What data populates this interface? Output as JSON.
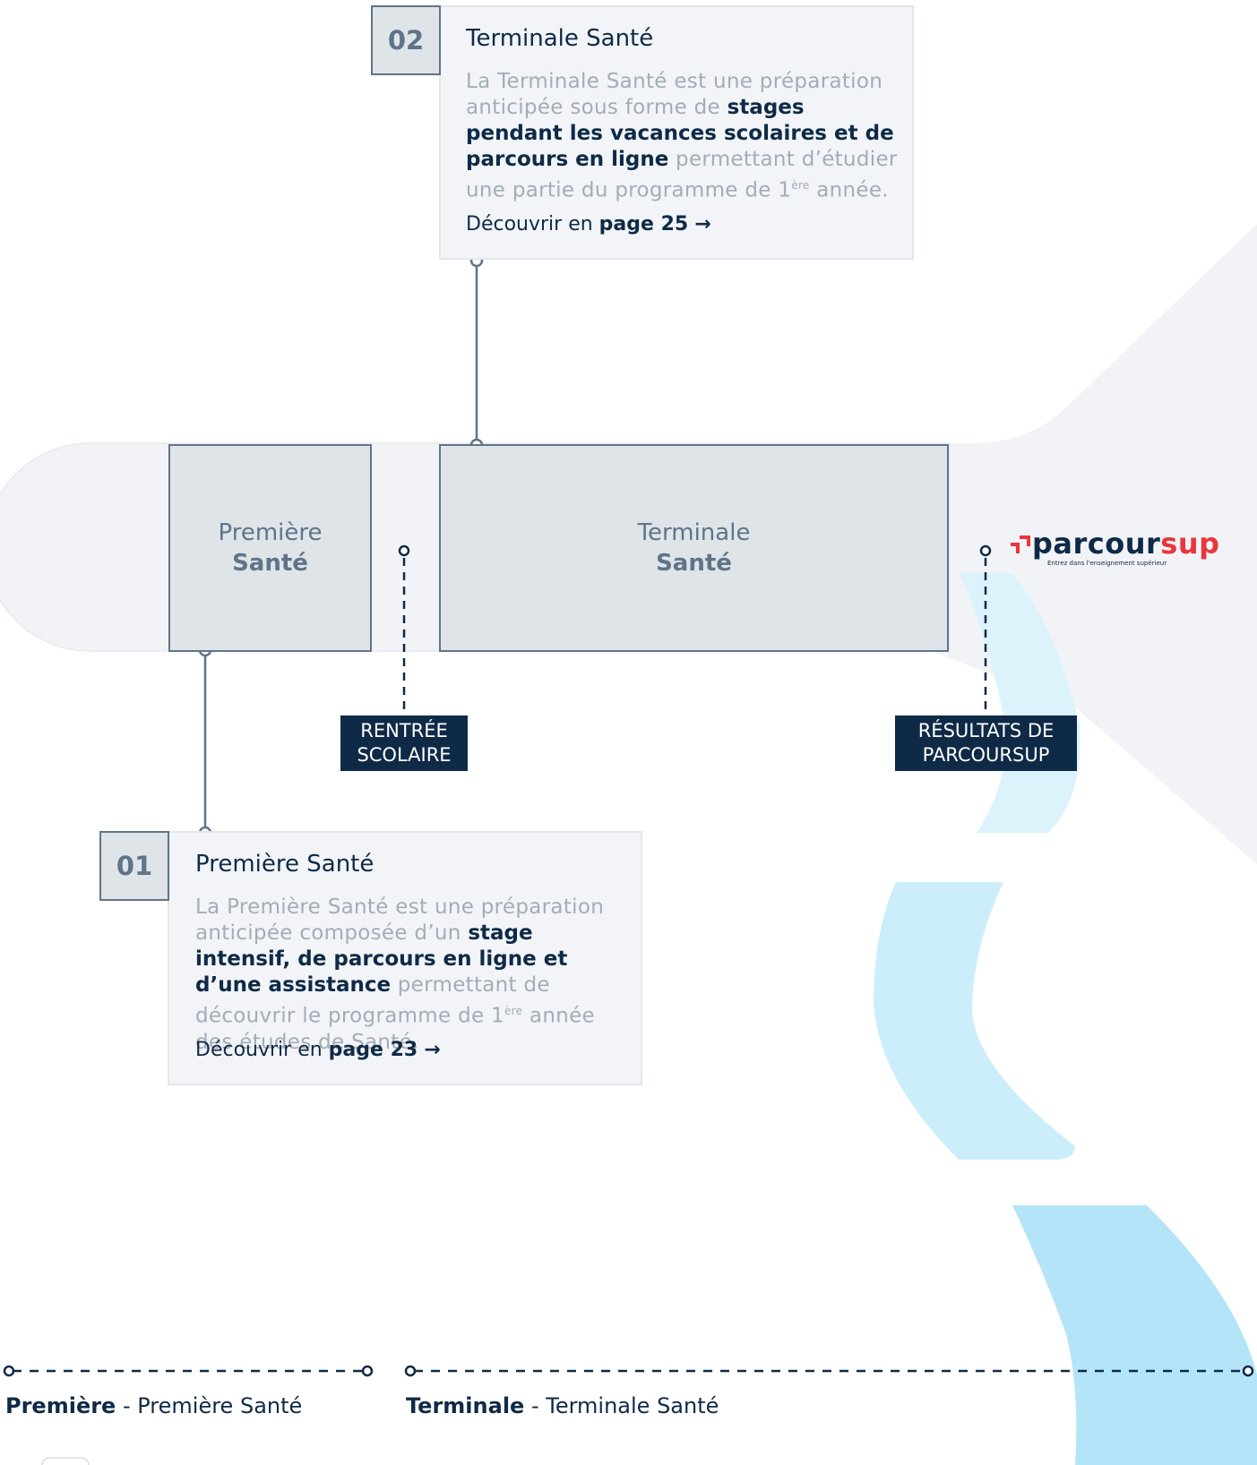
{
  "colors": {
    "navy": "#0e2a47",
    "slate": "#5f7489",
    "box_fill": "#dfe4e9",
    "card_fill": "#f2f4f7",
    "muted_text": "#a3acb8",
    "track_fill": "#f2f3f6",
    "light_blue": "#cbeefa",
    "parcoursup_red": "#e8363b"
  },
  "timeline": {
    "premiere_box": {
      "line1": "Première",
      "line2": "Santé"
    },
    "terminale_box": {
      "line1": "Terminale",
      "line2": "Santé"
    },
    "rentree_tag": {
      "line1": "RENTRÉE",
      "line2": "SCOLAIRE"
    },
    "resultats_tag": {
      "line1": "RÉSULTATS DE",
      "line2": "PARCOURSUP"
    }
  },
  "logo": {
    "word_start": "parcour",
    "word_end": "sup",
    "tagline": "Entrez dans l'enseignement supérieur"
  },
  "card_terminale": {
    "number": "02",
    "title": "Terminale Santé",
    "text_1": "La Terminale Santé est une préparation anticipée sous forme de",
    "text_bold": "stages pendant les vacances scolaires et de parcours en ligne",
    "text_2": "permettant d’étudier une partie du programme de 1",
    "text_sup": "ère",
    "text_3": " année.",
    "link_prefix": "Découvrir en",
    "link_page": "page 25",
    "link_arrow": "→"
  },
  "card_premiere": {
    "number": "01",
    "title": "Première Santé",
    "text_1": "La Première Santé est une préparation anticipée composée d’un",
    "text_bold": "stage intensif, de parcours en ligne et d’une assistance",
    "text_2": "permettant de découvrir le programme de 1",
    "text_sup": "ère",
    "text_3": " année des études de Santé.",
    "link_prefix": "Découvrir en",
    "link_page": "page 23",
    "link_arrow": "→"
  },
  "legend": {
    "premiere_label": "Première",
    "premiere_sep": " - ",
    "premiere_desc": "Première Santé",
    "terminale_label": "Terminale",
    "terminale_sep": " - ",
    "terminale_desc": "Terminale Santé"
  }
}
